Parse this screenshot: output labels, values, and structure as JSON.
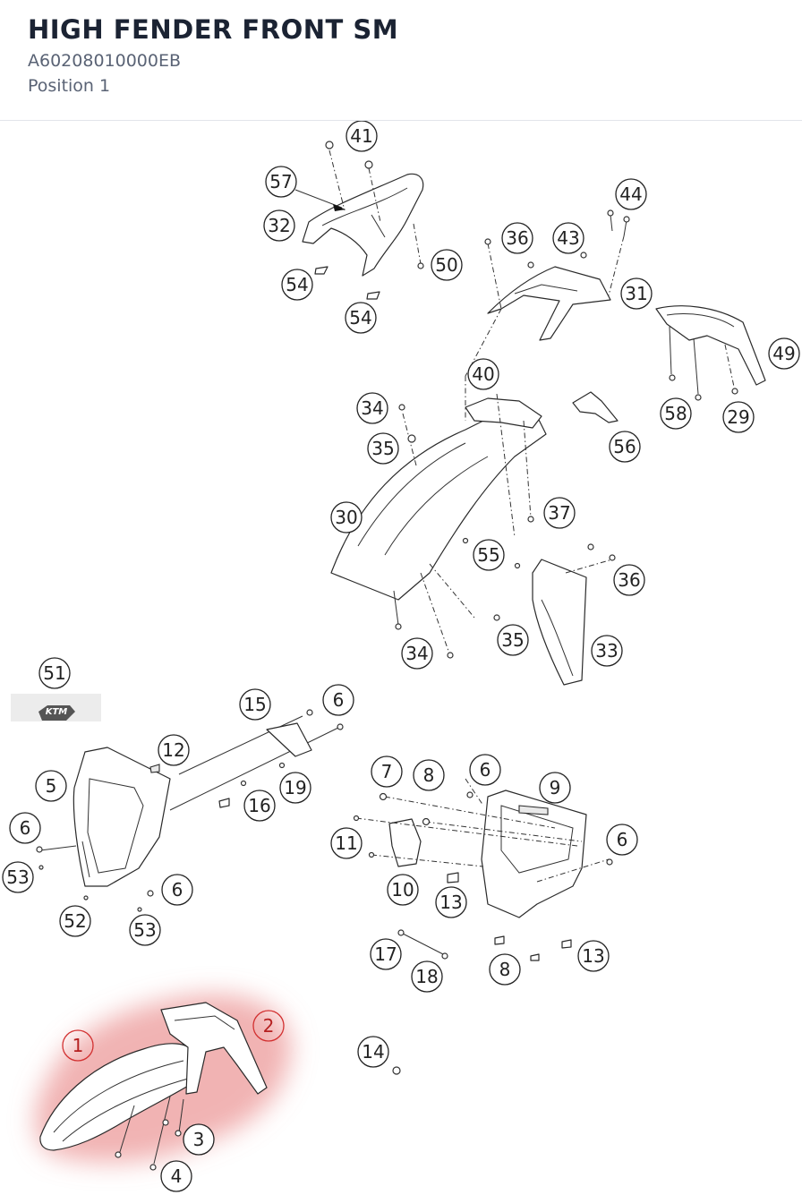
{
  "header": {
    "title": "HIGH FENDER FRONT SM",
    "part_number": "A60208010000EB",
    "position": "Position 1"
  },
  "highlight_color": "#e88080",
  "logo": {
    "text": "KTM"
  },
  "callouts": [
    "41",
    "57",
    "32",
    "54",
    "54",
    "50",
    "44",
    "36",
    "43",
    "31",
    "49",
    "58",
    "29",
    "40",
    "34",
    "35",
    "56",
    "30",
    "37",
    "55",
    "36",
    "35",
    "34",
    "33",
    "51",
    "15",
    "6",
    "12",
    "5",
    "19",
    "16",
    "6",
    "53",
    "6",
    "52",
    "53",
    "7",
    "8",
    "6",
    "9",
    "6",
    "11",
    "10",
    "13",
    "17",
    "18",
    "8",
    "13",
    "14",
    "1",
    "2",
    "3",
    "4"
  ]
}
